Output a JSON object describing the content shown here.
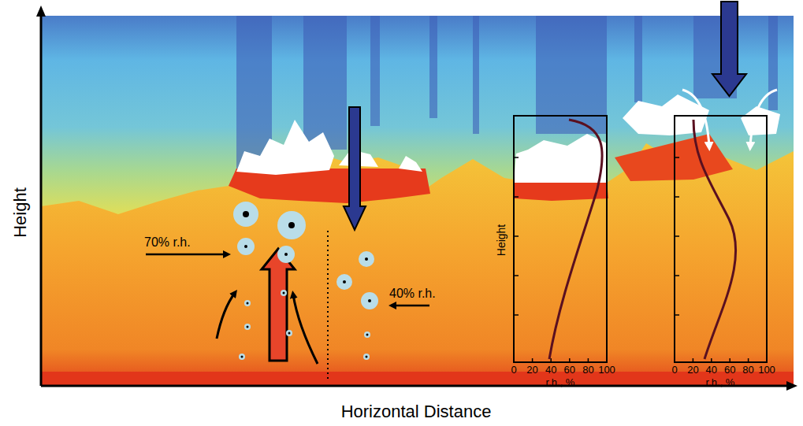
{
  "diagram": {
    "labels": [
      "Height",
      "Horizontal Distance",
      "70% r.h.",
      "40% r.h.",
      "Height",
      "0",
      "20",
      "40",
      "60",
      "80",
      "100",
      "r.h., %",
      "0",
      "20",
      "40",
      "60",
      "80",
      "100",
      "r.h., %"
    ]
  }
}
